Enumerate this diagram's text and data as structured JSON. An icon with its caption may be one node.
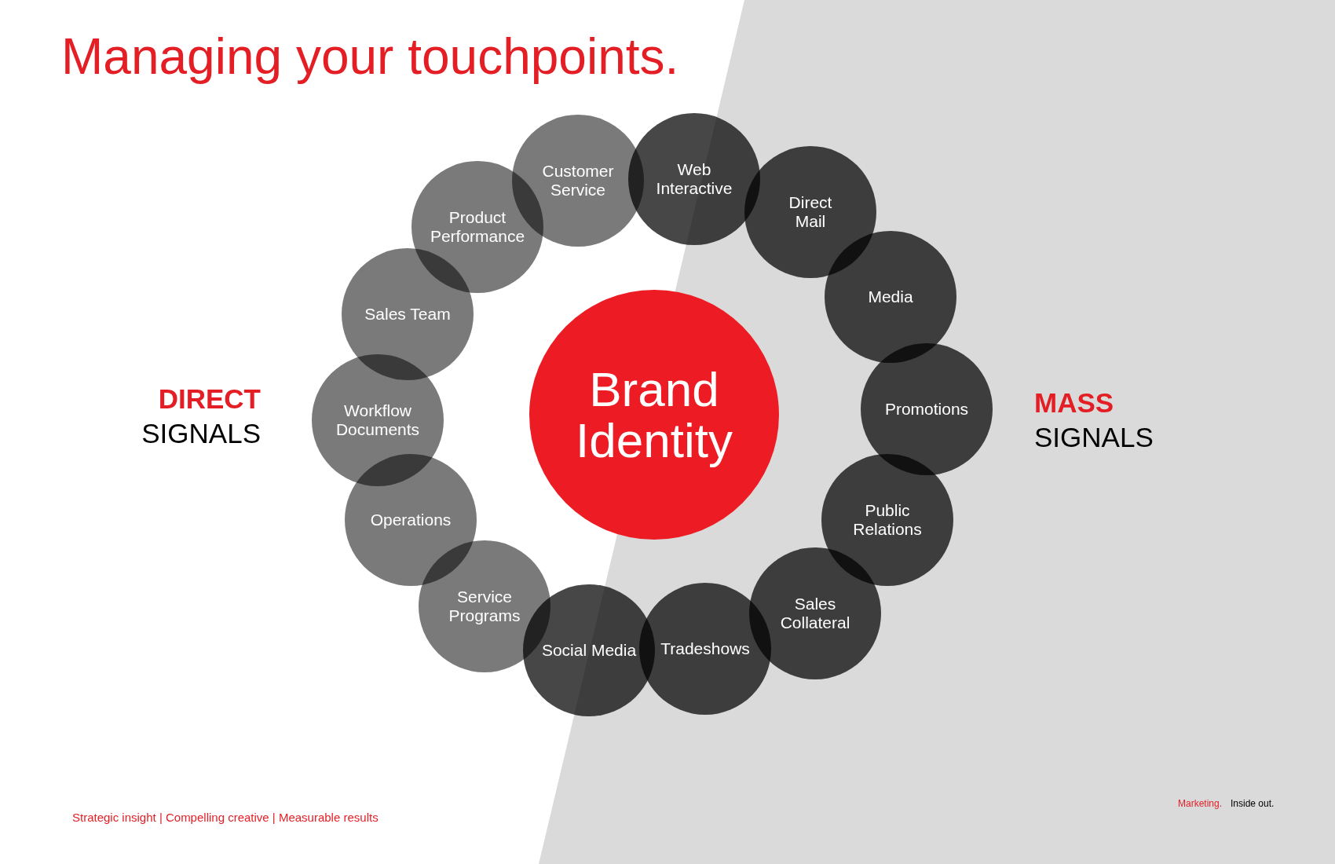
{
  "diagram": {
    "title": "Managing your touchpoints.",
    "nodes": [
      {
        "text": [
          "Brand Identity"
        ]
      },
      {
        "text": [
          "Customer Service"
        ]
      },
      {
        "text": [
          "Web Interactive"
        ]
      },
      {
        "text": [
          "Direct Mail"
        ]
      },
      {
        "text": [
          "Media"
        ]
      },
      {
        "text": [
          "Promotions"
        ]
      },
      {
        "text": [
          "Public Relations"
        ]
      },
      {
        "text": [
          "Sales Collateral"
        ]
      },
      {
        "text": [
          "Tradeshows"
        ]
      },
      {
        "text": [
          "Social Media"
        ]
      },
      {
        "text": [
          "Service Programs"
        ]
      },
      {
        "text": [
          "Operations"
        ]
      },
      {
        "text": [
          "Workflow Documents"
        ]
      },
      {
        "text": [
          "Sales Team"
        ]
      },
      {
        "text": [
          "Product Performance"
        ]
      }
    ],
    "labels": [
      "DIRECT",
      "SIGNALS",
      "MASS",
      "SIGNALS",
      "Strategic insight | Compelling creative | Measurable results",
      "Marketing.",
      "Inside out."
    ]
  }
}
